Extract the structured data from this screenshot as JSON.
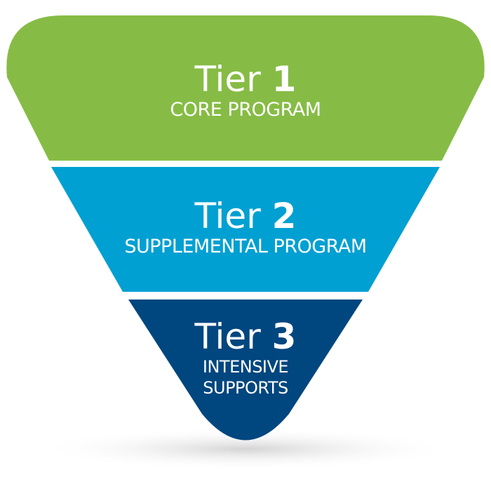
{
  "colors": {
    "tier1": "#86bc45",
    "tier2": "#00a0d2",
    "tier3": "#00467f",
    "text": "#ffffff",
    "shadow": "#d9d9d9"
  },
  "tiers": [
    {
      "word": "Tier",
      "number": "1",
      "subtitle_lines": [
        "CORE PROGRAM"
      ]
    },
    {
      "word": "Tier",
      "number": "2",
      "subtitle_lines": [
        "SUPPLEMENTAL PROGRAM"
      ]
    },
    {
      "word": "Tier",
      "number": "3",
      "subtitle_lines": [
        "INTENSIVE",
        "SUPPORTS"
      ]
    }
  ]
}
